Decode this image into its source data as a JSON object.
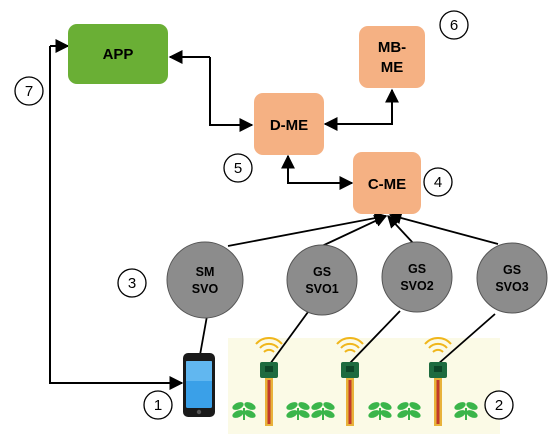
{
  "colors": {
    "app": "#6aaf35",
    "me": "#f5b183",
    "svo": "#8c8c8c",
    "field_bg": "#fbfae6",
    "sensor": "#e8b23a",
    "signal": "#f0b61c",
    "plant": "#3ab54a",
    "line": "#000000"
  },
  "boxes": {
    "app": "APP",
    "mbme_line1": "MB-",
    "mbme_line2": "ME",
    "dme": "D-ME",
    "cme": "C-ME"
  },
  "svos": {
    "sm_line1": "SM",
    "sm_line2": "SVO",
    "gs1_line1": "GS",
    "gs1_line2": "SVO1",
    "gs2_line1": "GS",
    "gs2_line2": "SVO2",
    "gs3_line1": "GS",
    "gs3_line2": "SVO3"
  },
  "numbers": {
    "n1": "1",
    "n2": "2",
    "n3": "3",
    "n4": "4",
    "n5": "5",
    "n6": "6",
    "n7": "7"
  },
  "icons": {
    "phone": "smartphone-icon",
    "sensor": "soil-sensor-icon",
    "plant": "plant-sprout-icon",
    "signal": "wireless-signal-icon"
  }
}
